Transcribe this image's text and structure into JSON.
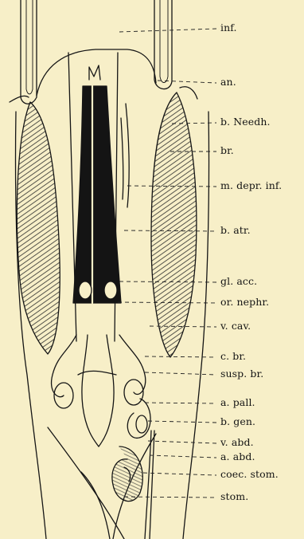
{
  "figure": {
    "labels": [
      {
        "id": "inf",
        "text": "inf."
      },
      {
        "id": "an",
        "text": "an."
      },
      {
        "id": "b_needh",
        "text": "b. Needh."
      },
      {
        "id": "br",
        "text": "br."
      },
      {
        "id": "m_depr_inf",
        "text": "m. depr. inf."
      },
      {
        "id": "b_atr",
        "text": "b. atr."
      },
      {
        "id": "gl_acc",
        "text": "gl. acc."
      },
      {
        "id": "or_nephr",
        "text": "or. nephr."
      },
      {
        "id": "v_cav",
        "text": "v. cav."
      },
      {
        "id": "c_br",
        "text": "c. br."
      },
      {
        "id": "susp_br",
        "text": "susp. br."
      },
      {
        "id": "a_pall",
        "text": "a. pall."
      },
      {
        "id": "b_gen",
        "text": "b. gen."
      },
      {
        "id": "v_abd",
        "text": "v. abd."
      },
      {
        "id": "a_abd",
        "text": "a. abd."
      },
      {
        "id": "coec_stom",
        "text": "coec. stom."
      },
      {
        "id": "stom",
        "text": "stom."
      }
    ],
    "colors": {
      "paper": "#f7efc8",
      "ink": "#151515"
    }
  }
}
